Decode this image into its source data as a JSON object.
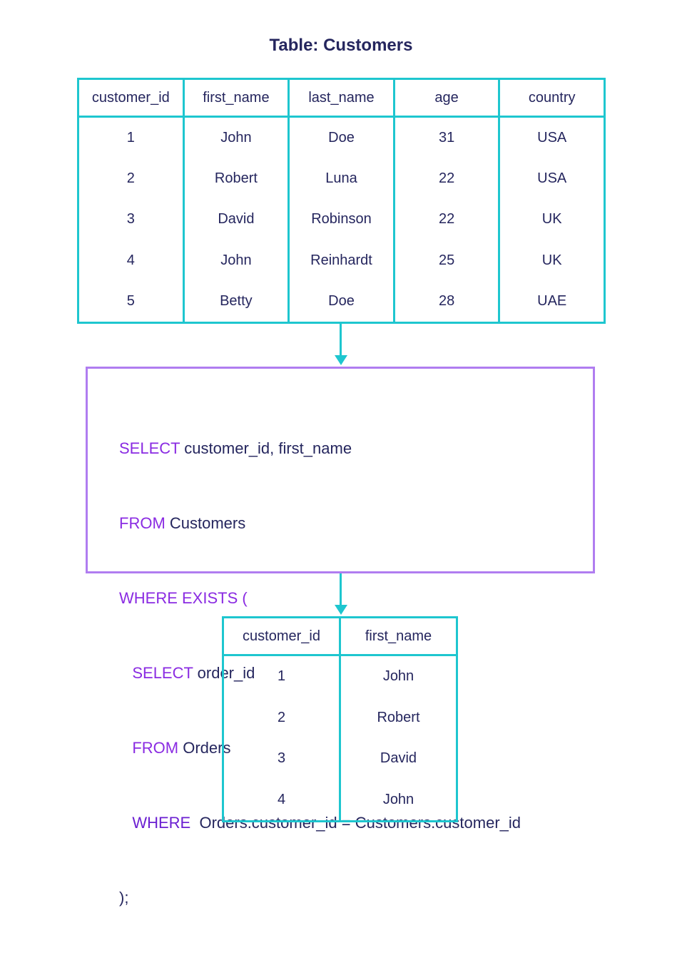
{
  "title": "Table: Customers",
  "customers": {
    "columns": [
      "customer_id",
      "first_name",
      "last_name",
      "age",
      "country"
    ],
    "rows": [
      [
        "1",
        "John",
        "Doe",
        "31",
        "USA"
      ],
      [
        "2",
        "Robert",
        "Luna",
        "22",
        "USA"
      ],
      [
        "3",
        "David",
        "Robinson",
        "22",
        "UK"
      ],
      [
        "4",
        "John",
        "Reinhardt",
        "25",
        "UK"
      ],
      [
        "5",
        "Betty",
        "Doe",
        "28",
        "UAE"
      ]
    ]
  },
  "query": {
    "lines": [
      {
        "indent": "",
        "keyword": "SELECT",
        "rest": " customer_id, first_name"
      },
      {
        "indent": "",
        "keyword": "FROM",
        "rest": " Customers"
      },
      {
        "indent": "",
        "keyword": "WHERE EXISTS (",
        "rest": ""
      },
      {
        "indent": "   ",
        "keyword": "SELECT",
        "rest": " order_id"
      },
      {
        "indent": "   ",
        "keyword": "FROM",
        "rest": " Orders"
      },
      {
        "indent": "   ",
        "keyword": "WHERE",
        "rest": "  Orders.customer_id = Customers.customer_id"
      },
      {
        "indent": "",
        "keyword": ");",
        "rest": ""
      }
    ]
  },
  "result": {
    "columns": [
      "customer_id",
      "first_name"
    ],
    "rows": [
      [
        "1",
        "John"
      ],
      [
        "2",
        "Robert"
      ],
      [
        "3",
        "David"
      ],
      [
        "4",
        "John"
      ]
    ]
  },
  "colors": {
    "table_border": "#1ec6cf",
    "query_border": "#b07df0",
    "keyword": "#8a2be2",
    "text": "#25265e"
  }
}
